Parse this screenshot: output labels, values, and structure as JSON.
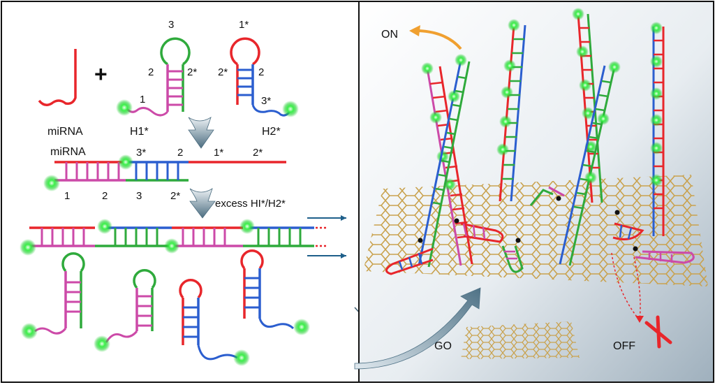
{
  "left_panel": {
    "mirna_label_1": "miRNA",
    "mirna_label_2": "miRNA",
    "plus": "+",
    "h1_label": "H1*",
    "h2_label": "H2*",
    "h1_loop": "3",
    "h1_stem_left": "2",
    "h1_stem_right": "2*",
    "h1_tail": "1",
    "h2_loop": "1*",
    "h2_stem_left": "2*",
    "h2_stem_right": "2",
    "h2_tail": "3*",
    "duplex_top_a": "3*",
    "duplex_top_b": "2",
    "duplex_top_c": "1*",
    "duplex_top_d": "2*",
    "duplex_bot_a": "1",
    "duplex_bot_b": "2",
    "duplex_bot_c": "3",
    "duplex_bot_d": "2*",
    "excess_label": "excess HI*/H2*"
  },
  "right_panel": {
    "on_label": "ON",
    "off_label": "OFF",
    "go_label": "GO"
  },
  "colors": {
    "red": "#e8262b",
    "blue": "#2b5ecf",
    "green": "#2faa3c",
    "magenta": "#cc4aa8",
    "fluor": "#3cf04a",
    "graphene": "#c9a24e",
    "arrow": "#f0a030"
  }
}
